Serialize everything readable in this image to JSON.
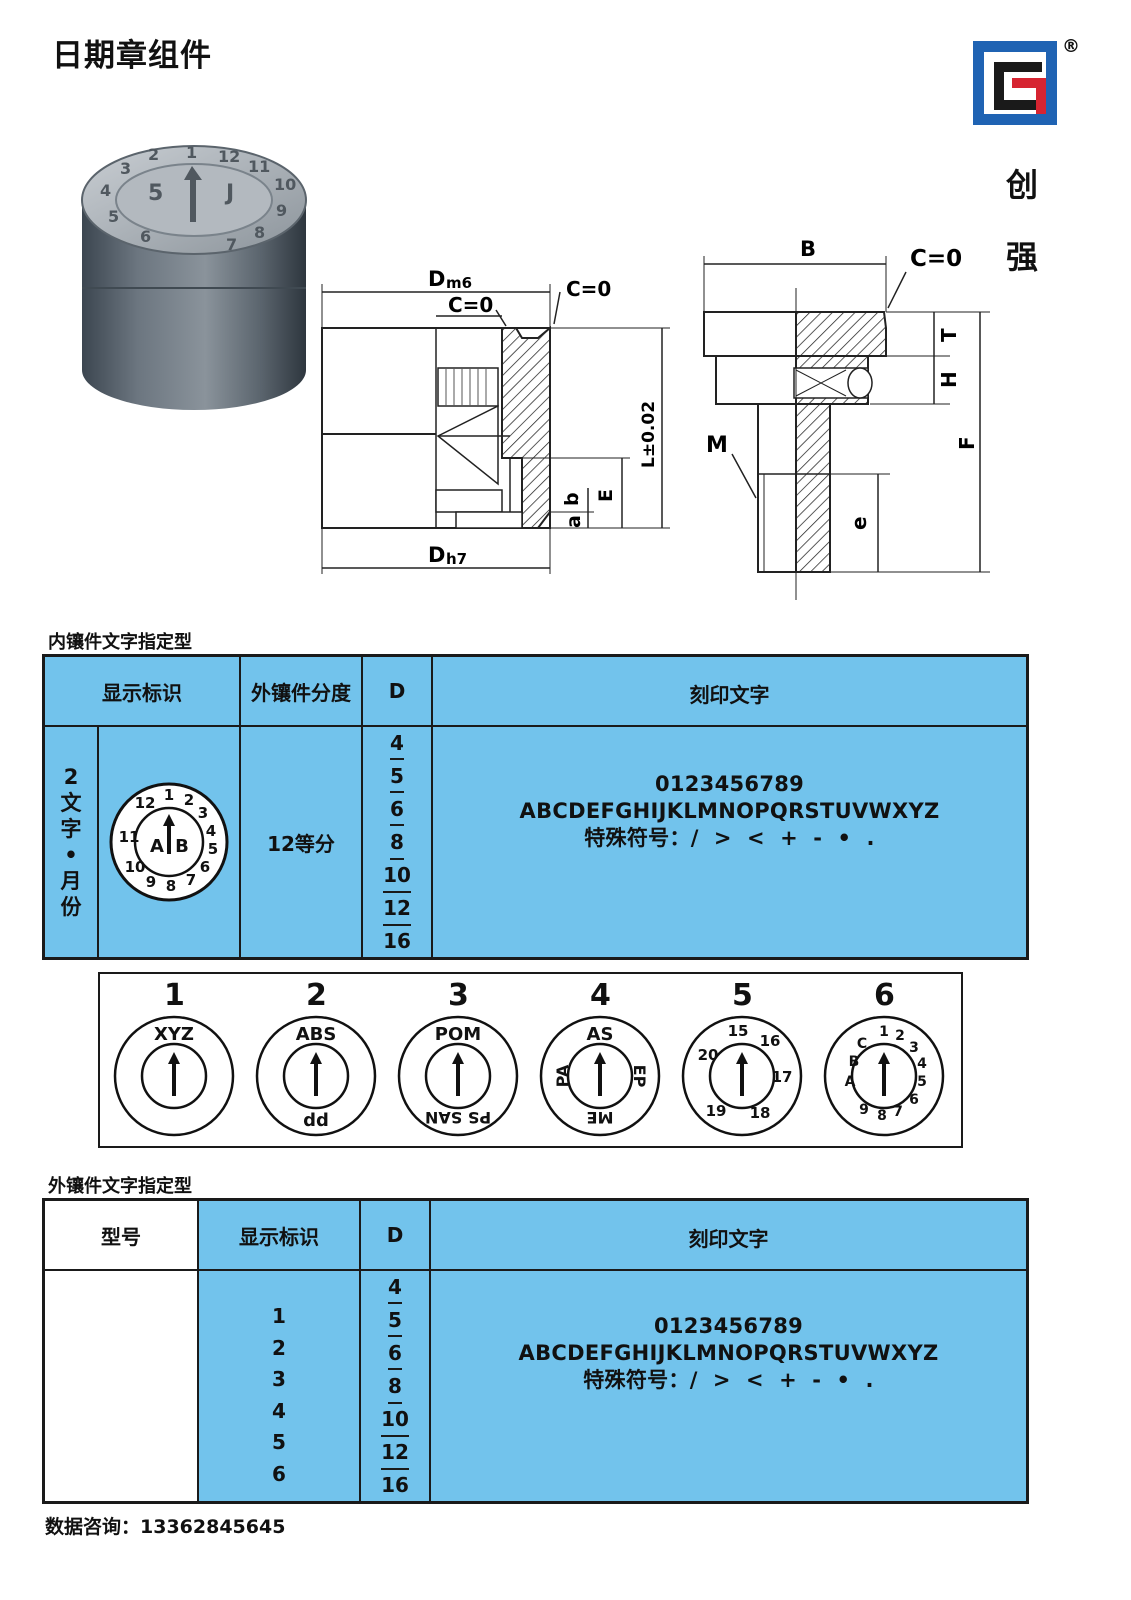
{
  "page": {
    "title": "日期章组件",
    "brand": {
      "reg_mark": "®",
      "name_chars": [
        "创",
        "强"
      ]
    },
    "colors": {
      "table_blue": "#72c3ec",
      "line": "#1a1a1a",
      "logo_blue": "#1f63b3",
      "logo_red": "#d62431",
      "logo_black": "#1a1a1a"
    }
  },
  "drawing": {
    "left": {
      "d_m6": "Dm6",
      "c0_inner": "C=0",
      "c0_outer": "C=0",
      "l_tol": "L±0.02",
      "b": "b",
      "a": "a",
      "e_cap": "E",
      "d_h7": "Dh7"
    },
    "right": {
      "B": "B",
      "c0": "C=0",
      "T": "T",
      "H": "H",
      "F": "F",
      "M": "M",
      "e": "e"
    }
  },
  "inner_section": {
    "title": "内镶件文字指定型",
    "headers": {
      "display": "显示标识",
      "outer_div": "外镶件分度",
      "d": "D",
      "engrave": "刻印文字"
    },
    "row_label": "2文字・月份",
    "row_label_chars": [
      "2",
      "文",
      "字",
      "•",
      "月",
      "份"
    ],
    "division": "12等分",
    "d_values": [
      "4",
      "5",
      "6",
      "8",
      "10",
      "12",
      "16"
    ],
    "engrave_lines": [
      "0123456789",
      "ABCDEFGHIJKLMNOPQRSTUVWXYZ",
      "特殊符号：/  >  <  +  -  •  ."
    ],
    "dial_text": {
      "ring": "12 1 2 3 4 5 6 7 8 9 10 11",
      "center_left": "A",
      "center_right": "B"
    }
  },
  "dial_examples": {
    "numbers": [
      "1",
      "2",
      "3",
      "4",
      "5",
      "6"
    ],
    "texts": {
      "d1": "XYZ",
      "d2_top": "ABS",
      "d2_bottom": "dd",
      "d3_top": "POM",
      "d3_bottom": "PS SAN",
      "d4_top": "AS",
      "d4_left": "PA",
      "d4_right": "EP",
      "d4_bottom": "ME",
      "d5": "15 16 17 18 19 20",
      "d6": "ABC 123456789"
    }
  },
  "outer_section": {
    "title": "外镶件文字指定型",
    "headers": {
      "model": "型号",
      "display": "显示标识",
      "d": "D",
      "engrave": "刻印文字"
    },
    "display_values": [
      "1",
      "2",
      "3",
      "4",
      "5",
      "6"
    ],
    "d_values": [
      "4",
      "5",
      "6",
      "8",
      "10",
      "12",
      "16"
    ],
    "engrave_lines": [
      "0123456789",
      "ABCDEFGHIJKLMNOPQRSTUVWXYZ",
      "特殊符号：/  >  <  +  -  •  ."
    ]
  },
  "footer": {
    "text": "数据咨询：13362845645"
  }
}
